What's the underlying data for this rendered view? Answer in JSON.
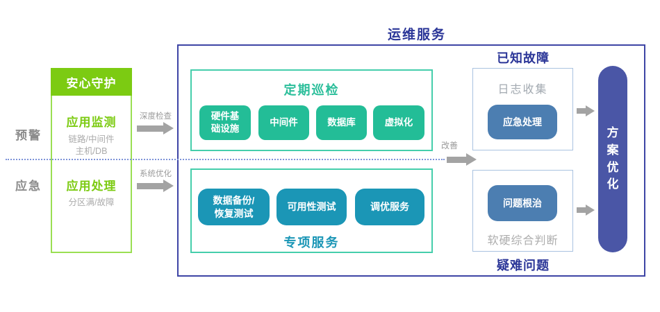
{
  "palette": {
    "bright_green": "#7CCB12",
    "green_border": "#9ADF52",
    "emerald": "#23BD97",
    "teal": "#1B96B6",
    "teal_border": "#45CEAB",
    "steel_blue": "#4C7EB1",
    "indigo_pill": "#4A56A6",
    "navy_title": "#2B3698",
    "navy_border": "#3D44A5",
    "light_blue_border": "#A9C2E0",
    "arrow_gray": "#A3A3A3",
    "dotted_blue": "#7C92D8"
  },
  "stage_labels": {
    "warning": "预警",
    "emergency": "应急"
  },
  "guard_panel": {
    "header": "安心守护",
    "monitor_title": "应用监测",
    "monitor_line1": "链路/中间件",
    "monitor_line2": "主机/DB",
    "handle_title": "应用处理",
    "handle_line1": "分区满/故障"
  },
  "arrow_labels": {
    "deep_check": "深度检查",
    "sys_opt": "系统优化",
    "improve": "改善"
  },
  "ops": {
    "title": "运维服务",
    "periodic": {
      "title": "定期巡检",
      "items": [
        "硬件基\n础设施",
        "中间件",
        "数据库",
        "虚拟化"
      ]
    },
    "special": {
      "title": "专项服务",
      "items": [
        "数据备份/\n恢复测试",
        "可用性测试",
        "调优服务"
      ]
    },
    "known": {
      "title": "已知故障",
      "caption": "日志收集",
      "action": "应急处理"
    },
    "difficult": {
      "title": "疑难问题",
      "action": "问题根治",
      "caption": "软硬综合判断"
    },
    "solution": "方案优化"
  }
}
